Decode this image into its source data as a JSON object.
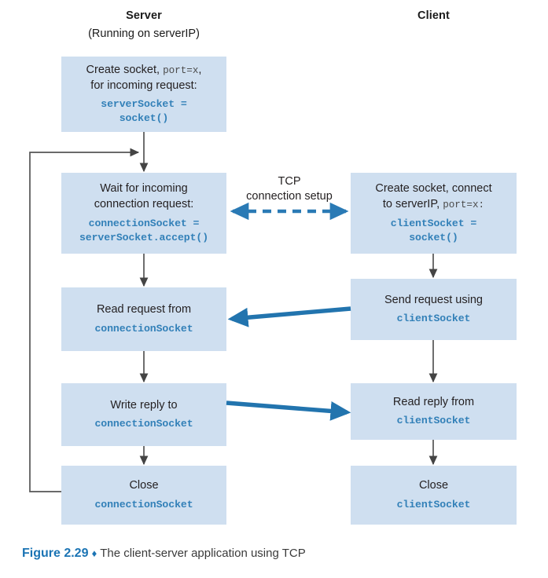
{
  "figure": {
    "number_label": "Figure 2.29",
    "separator": "♦",
    "caption_text": "The client-server application using TCP"
  },
  "colors": {
    "box_fill": "#cfdff0",
    "code_blue": "#3280b8",
    "arrow_blue": "#2a7ab5",
    "connector_gray": "#555555",
    "caption_blue": "#1b74b4",
    "text_dark": "#231f20"
  },
  "columns": {
    "server": {
      "title": "Server",
      "subtitle": "(Running on serverIP)"
    },
    "client": {
      "title": "Client",
      "subtitle": ""
    }
  },
  "middle_label": {
    "line1": "TCP",
    "line2": "connection setup"
  },
  "server_steps": [
    {
      "id": "create-server-socket",
      "text_lines": [
        "Create  socket, ",
        "for incoming request:"
      ],
      "inline_code": "port=x",
      "code_lines": [
        "serverSocket =",
        "socket()"
      ]
    },
    {
      "id": "wait-for-connection",
      "text_lines": [
        "Wait for incoming",
        "connection request:"
      ],
      "inline_code": "",
      "code_lines": [
        "connectionSocket =",
        "serverSocket.accept()"
      ]
    },
    {
      "id": "read-request",
      "text_lines": [
        "Read request from"
      ],
      "inline_code": "",
      "code_lines": [
        "connectionSocket"
      ]
    },
    {
      "id": "write-reply",
      "text_lines": [
        "Write reply to"
      ],
      "inline_code": "",
      "code_lines": [
        "connectionSocket"
      ]
    },
    {
      "id": "close-server",
      "text_lines": [
        "Close"
      ],
      "inline_code": "",
      "code_lines": [
        "connectionSocket"
      ]
    }
  ],
  "client_steps": [
    {
      "id": "create-client-socket",
      "text_lines": [
        "Create socket, connect",
        "to serverIP, "
      ],
      "inline_code": "port=x:",
      "code_lines": [
        "clientSocket =",
        "socket()"
      ]
    },
    {
      "id": "send-request",
      "text_lines": [
        "Send request using"
      ],
      "inline_code": "",
      "code_lines": [
        "clientSocket"
      ]
    },
    {
      "id": "read-reply",
      "text_lines": [
        "Read reply from"
      ],
      "inline_code": "",
      "code_lines": [
        "clientSocket"
      ]
    },
    {
      "id": "close-client",
      "text_lines": [
        "Close"
      ],
      "inline_code": "",
      "code_lines": [
        "clientSocket"
      ]
    }
  ],
  "flows": [
    {
      "id": "tcp-connection-setup",
      "kind": "dashed-bidirectional",
      "from": "wait-for-connection",
      "to": "create-client-socket"
    },
    {
      "id": "request-data-flow",
      "kind": "solid-thick-left",
      "from": "send-request",
      "to": "read-request"
    },
    {
      "id": "reply-data-flow",
      "kind": "solid-thick-right",
      "from": "write-reply",
      "to": "read-reply"
    },
    {
      "id": "server-loop-back",
      "kind": "loop",
      "from": "close-server",
      "to": "wait-for-connection"
    }
  ]
}
